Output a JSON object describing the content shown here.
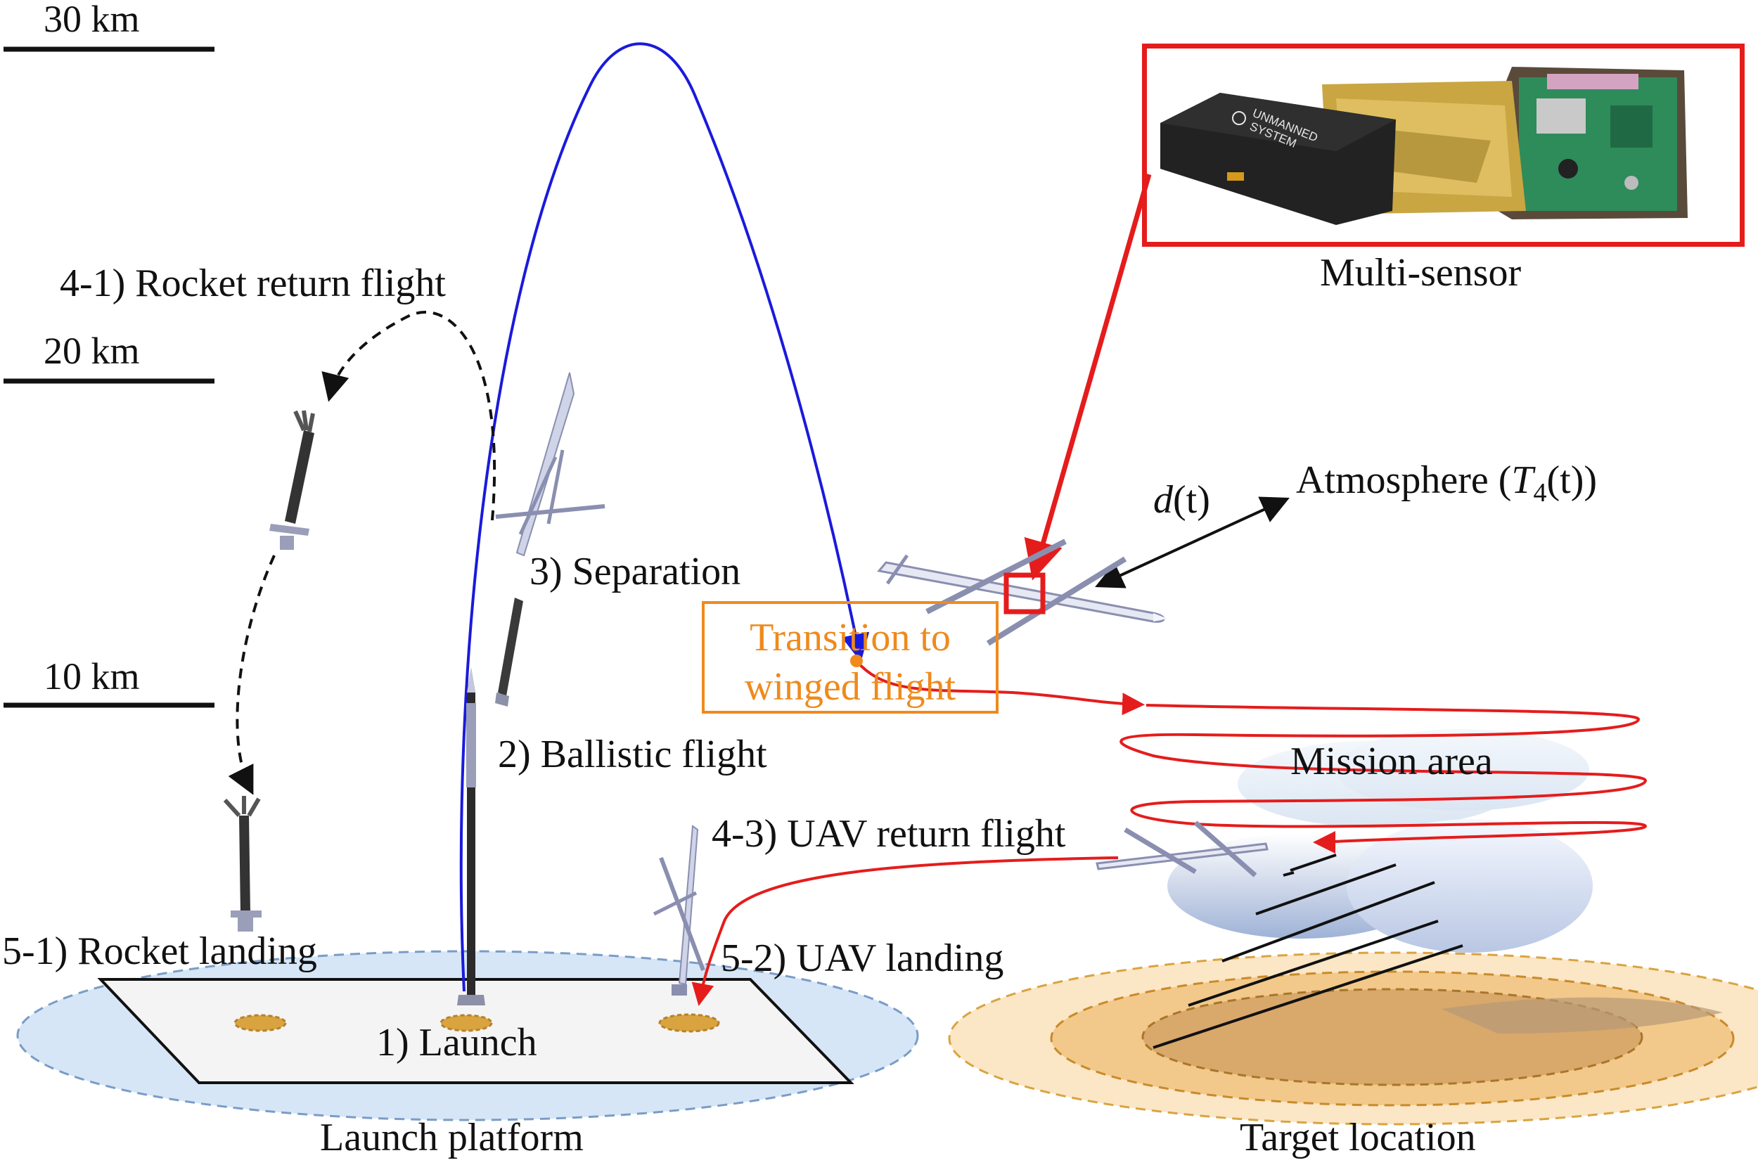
{
  "altitudes": {
    "km30": "30 km",
    "km20": "20 km",
    "km10": "10 km"
  },
  "stages": {
    "launch": "1) Launch",
    "ballistic": "2) Ballistic flight",
    "separation": "3) Separation",
    "rocket_return": "4-1) Rocket return flight",
    "uav_return": "4-3) UAV return flight",
    "rocket_landing": "5-1) Rocket landing",
    "uav_landing": "5-2) UAV landing"
  },
  "transition": {
    "line1": "Transition to",
    "line2": "winged flight"
  },
  "sensor": {
    "caption": "Multi-sensor",
    "box_brand_line1": "UNMANNED",
    "box_brand_line2": "SYSTEM"
  },
  "atmosphere": {
    "disturbance": "d",
    "disturbance_arg": "(t)",
    "label_prefix": "Atmosphere (",
    "symbol": "T",
    "subscript": "4",
    "label_suffix": "(t))"
  },
  "areas": {
    "mission": "Mission area",
    "launch_platform": "Launch platform",
    "target": "Target location"
  },
  "colors": {
    "ascent": "#1a1adc",
    "uav_path": "#e51c1c",
    "rocket_return": "#111111",
    "transition": "#ef8a1c",
    "platform_zone": "#d6e6f7",
    "target_zone": "#f2c98a"
  }
}
